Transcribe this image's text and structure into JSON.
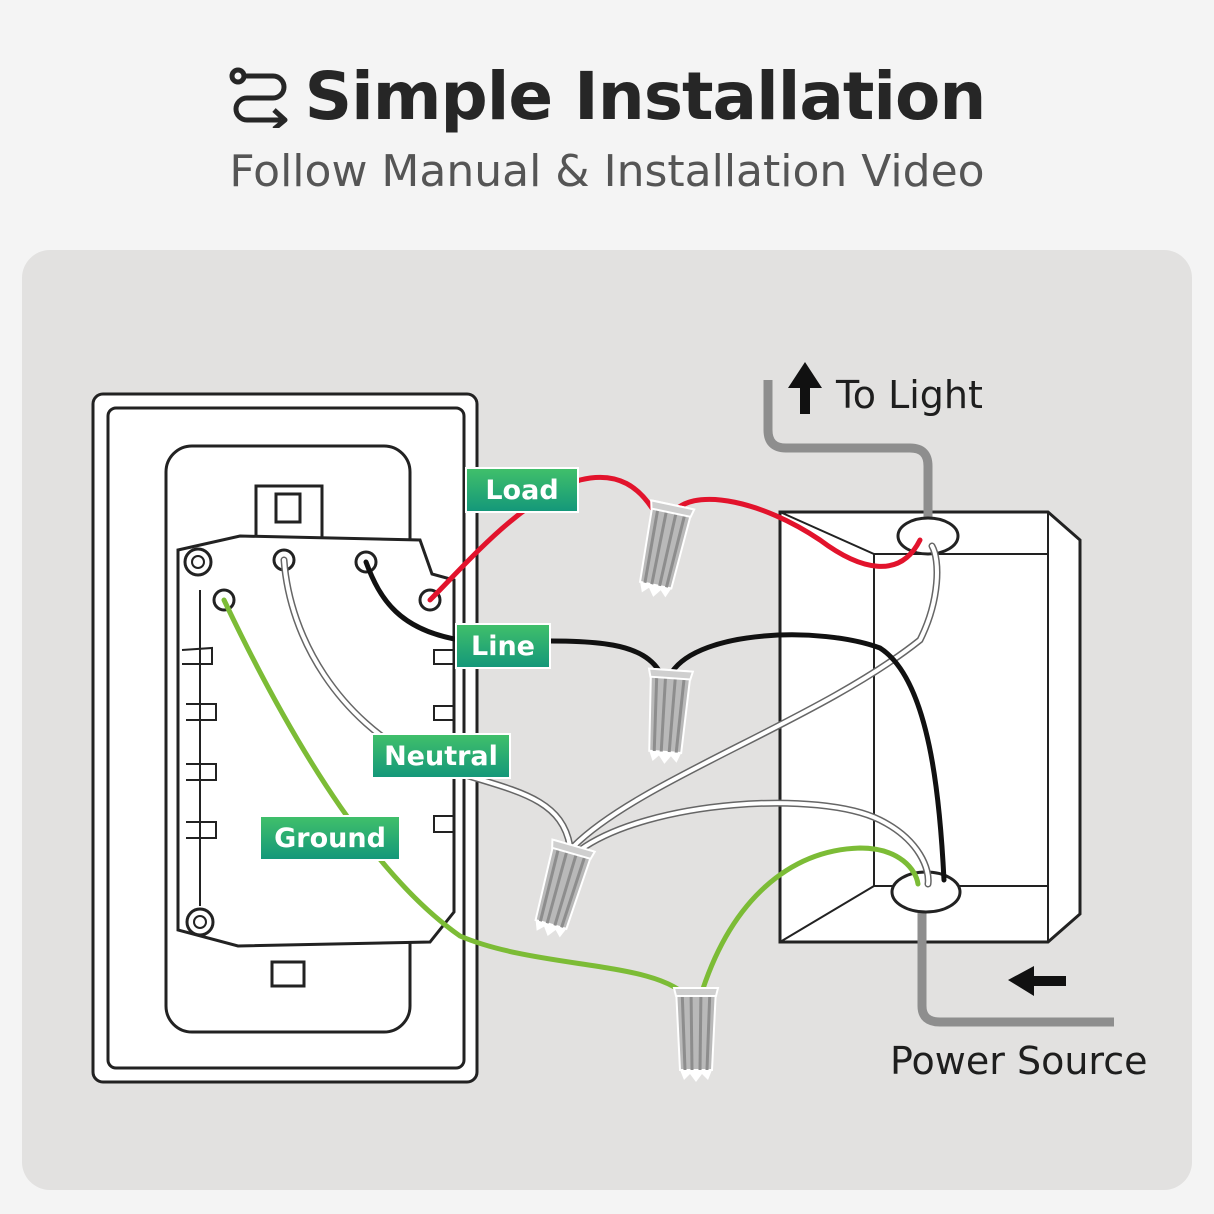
{
  "header": {
    "title": "Simple Installation",
    "subtitle": "Follow Manual & Installation Video",
    "title_icon": "route-arrows-icon"
  },
  "diagram": {
    "labels": {
      "load": "Load",
      "line": "Line",
      "neutral": "Neutral",
      "ground": "Ground",
      "to_light": "To Light",
      "power_source": "Power Source"
    },
    "colors": {
      "load_wire": "#e2132c",
      "line_wire": "#111111",
      "neutral_wire": "#ffffff",
      "ground_wire": "#7cbc36",
      "tag_top": "#3fbd6a",
      "tag_bottom": "#159a78",
      "conduit": "#8e8e8e",
      "panel": "#e2e1e0"
    }
  }
}
